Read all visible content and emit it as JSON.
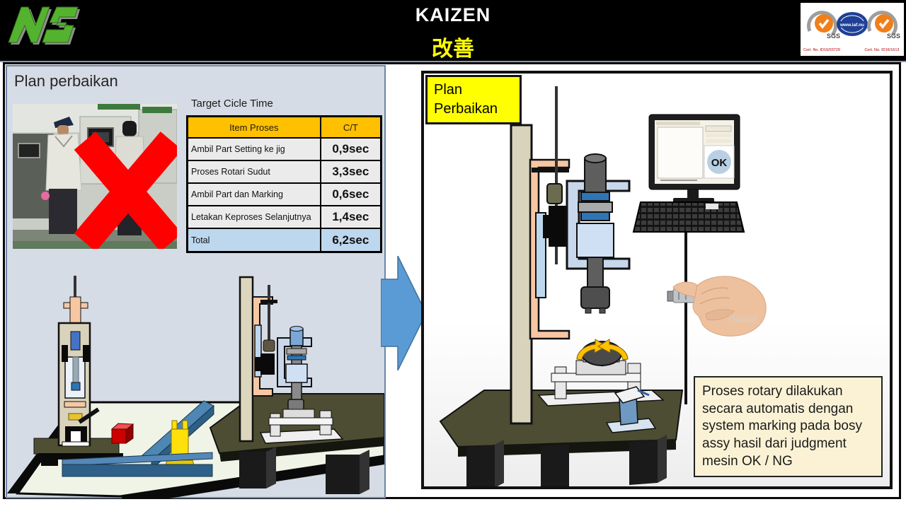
{
  "header": {
    "title": "KAIZEN",
    "subtitle": "改善",
    "logo_alt": "NS",
    "cert": {
      "sgs_left": "SGS",
      "sgs_right": "SGS",
      "iaf": "www.iaf.nu",
      "no_left": "Cert. No. ID16/03729",
      "no_right": "Cert. No. ID16/1613"
    }
  },
  "left_panel": {
    "title": "Plan perbaikan",
    "table_title": "Target Cicle Time",
    "table": {
      "headers": [
        "Item Proses",
        "C/T"
      ],
      "rows": [
        {
          "item": "Ambil Part Setting ke jig",
          "ct": "0,9sec"
        },
        {
          "item": "Proses Rotari Sudut",
          "ct": "3,3sec"
        },
        {
          "item": "Ambil Part dan Marking",
          "ct": "0,6sec"
        },
        {
          "item": "Letakan Keproses Selanjutnya",
          "ct": "1,4sec"
        }
      ],
      "total": {
        "item": "Total",
        "ct": "6,2sec"
      }
    }
  },
  "right_panel": {
    "label_line1": "Plan",
    "label_line2": "Perbaikan",
    "monitor_badge": "OK",
    "watermark": "iStock",
    "note": "Proses rotary dilakukan secara automatis dengan system marking pada bosy assy hasil dari judgment mesin OK / NG"
  },
  "colors": {
    "header_bg": "#000000",
    "title": "#FFFFFF",
    "subtitle": "#FFFF00",
    "logo_green": "#54B32E",
    "panel_bg": "#D6DCE5",
    "table_header_bg": "#FFC000",
    "table_row_bg": "#EBEBEB",
    "table_total_bg": "#BDD7EE",
    "arrow_blue": "#5B9BD5",
    "label_yellow": "#FFFF00",
    "note_bg": "#FBF2D5",
    "cross_red": "#FF0000"
  }
}
